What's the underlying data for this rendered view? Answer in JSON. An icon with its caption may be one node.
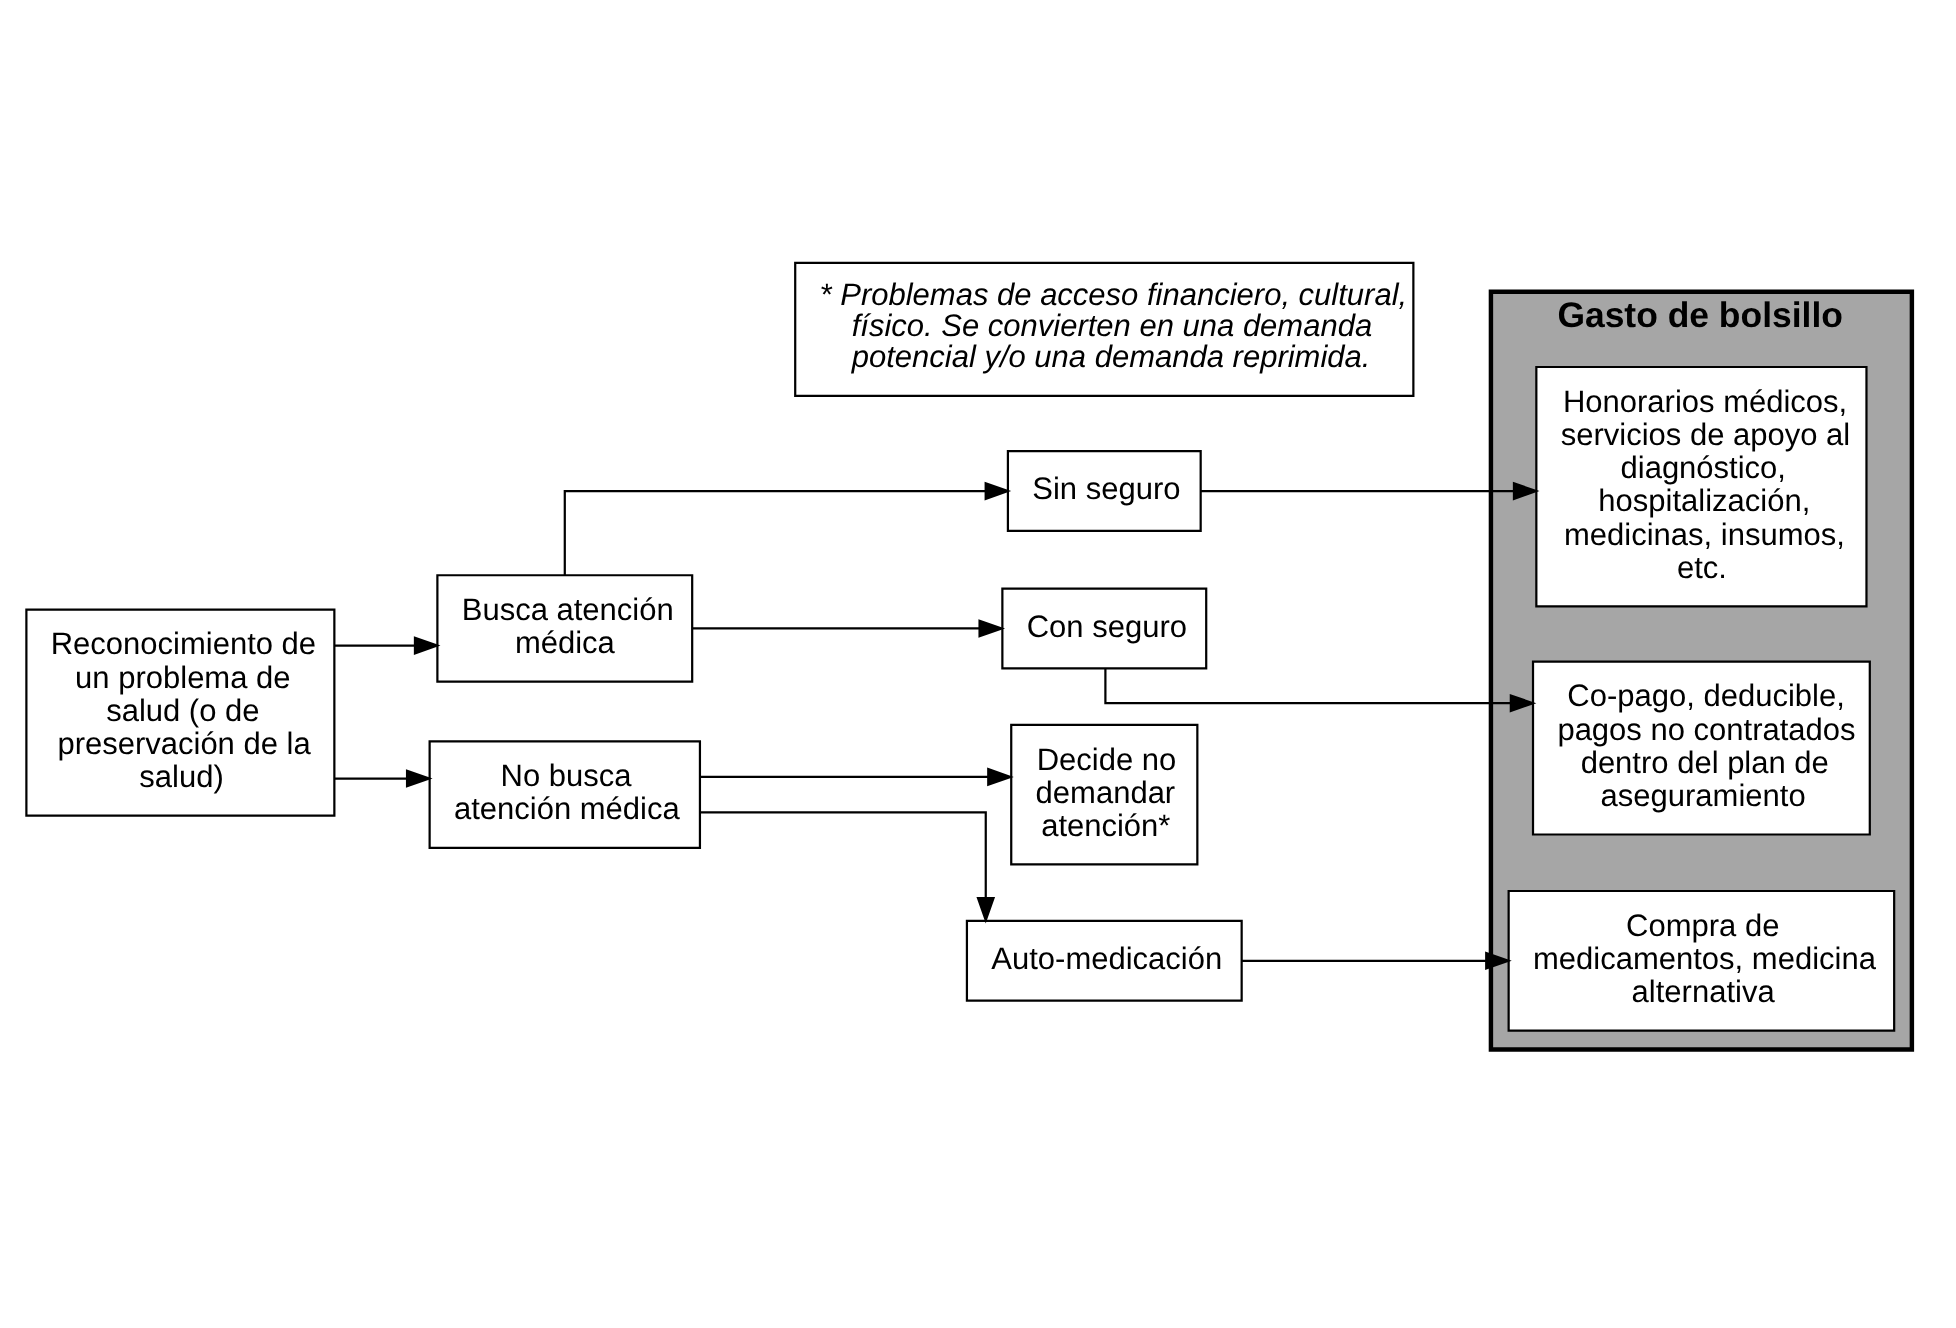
{
  "diagram": {
    "nodes": [
      {
        "text": [
          "Reconocimiento de un problema de salud (o de preservación de la salud)"
        ]
      },
      {
        "text": [
          "Busca atención médica"
        ]
      },
      {
        "text": [
          "No busca atención médica"
        ]
      },
      {
        "text": [
          "Sin seguro"
        ]
      },
      {
        "text": [
          "Con seguro"
        ]
      },
      {
        "text": [
          "Decide no demandar atención*"
        ]
      },
      {
        "text": [
          "Auto-medicación"
        ]
      },
      {
        "text": [
          "* Problemas de acceso financiero, cultural, físico. Se convierten en una demanda potencial y/o una demanda reprimida."
        ]
      },
      {
        "text": [
          "Gasto de bolsillo"
        ]
      },
      {
        "text": [
          "Honorarios médicos, servicios de apoyo al diagnóstico, hospitalización, medicinas, insumos, etc."
        ],
        "in": 8
      },
      {
        "text": [
          "Co-pago, deducible, pagos no contratados dentro del plan de aseguramiento"
        ],
        "in": 8
      },
      {
        "text": [
          "Compra de medicamentos, medicina alternativa"
        ],
        "in": 8
      }
    ],
    "edges": [
      {
        "from": 0,
        "to": 1,
        "arrow": "to"
      },
      {
        "from": 0,
        "to": 2,
        "arrow": "to"
      },
      {
        "from": 1,
        "to": 3,
        "arrow": "to"
      },
      {
        "from": 1,
        "to": 4,
        "arrow": "to"
      },
      {
        "from": 2,
        "to": 5,
        "arrow": "to"
      },
      {
        "from": 2,
        "to": 6,
        "arrow": "to"
      },
      {
        "from": 3,
        "to": 9,
        "arrow": "to"
      },
      {
        "from": 4,
        "to": 10,
        "arrow": "to"
      },
      {
        "from": 6,
        "to": 11,
        "arrow": "to"
      }
    ]
  }
}
